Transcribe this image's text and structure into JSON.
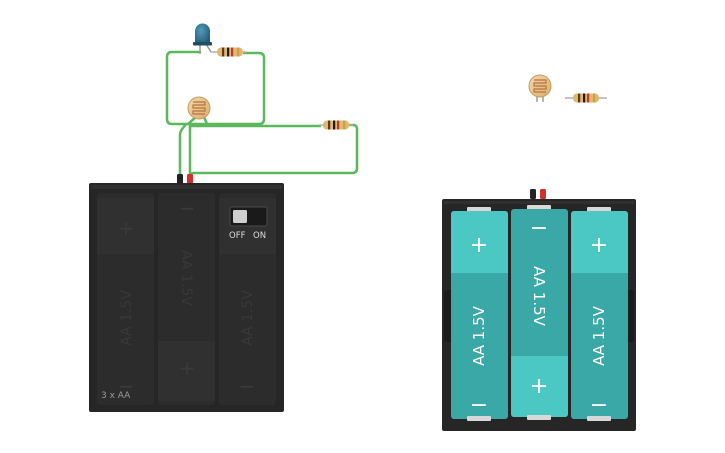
{
  "battery_pack_left": {
    "count_label": "3 x AA",
    "switch_off_label": "OFF",
    "switch_on_label": "ON",
    "cell_label": "AA 1.5V",
    "plus_symbol": "+",
    "minus_symbol": "−"
  },
  "battery_pack_right": {
    "cell_label": "AA 1.5V",
    "plus_symbol": "+",
    "minus_symbol": "−"
  },
  "colors": {
    "wire": "#5cb85c",
    "holder_dark": "#262626",
    "cell_teal": "#3aa8a6",
    "cell_teal_light": "#4cc8c4",
    "led_blue": "#2e6d8a",
    "resistor_body": "#e0b873",
    "ldr_body": "#e6c79a"
  },
  "icons": {
    "led": "led-icon",
    "resistor": "resistor-icon",
    "photoresistor": "photoresistor-icon",
    "slide_switch": "slide-switch-icon"
  }
}
